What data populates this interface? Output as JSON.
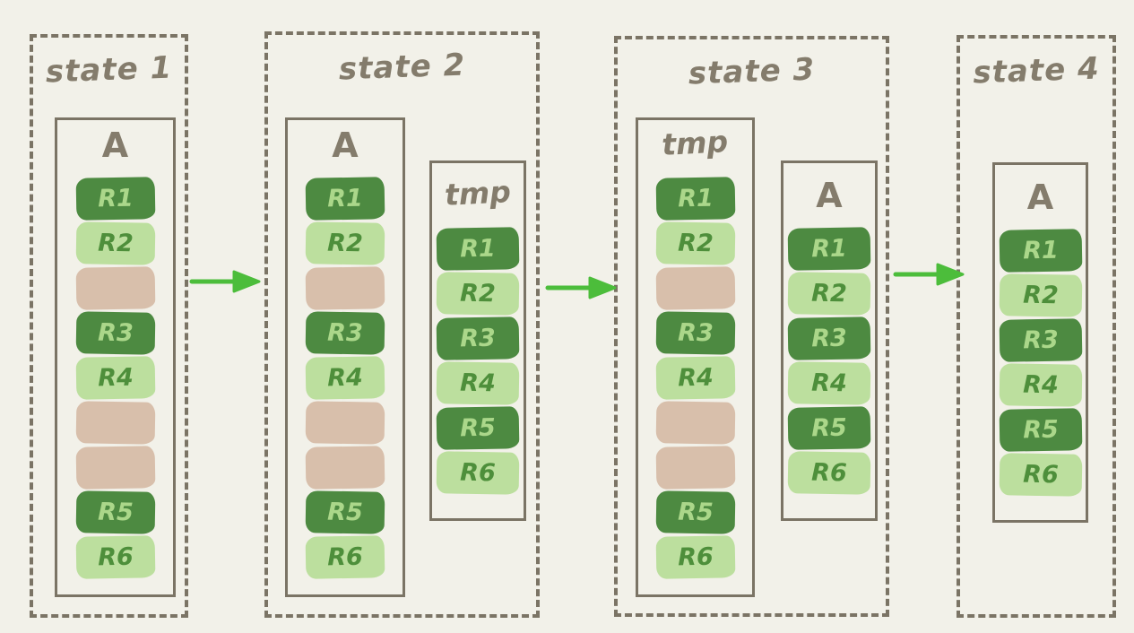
{
  "colors": {
    "background": "#f2f1e9",
    "border": "#7b7465",
    "label_text": "#847c6c",
    "block_dark": "#4d8a41",
    "block_light": "#bcdf9e",
    "block_free": "#d8bfab",
    "text_on_dark": "#abd78a",
    "text_on_light": "#4e8f3b",
    "arrow": "#4cbd3b"
  },
  "states": [
    {
      "title": "state 1",
      "columns": [
        {
          "name": "A",
          "kind": "fragmented",
          "blocks": [
            {
              "label": "R1",
              "type": "dark"
            },
            {
              "label": "R2",
              "type": "light"
            },
            {
              "label": "",
              "type": "free"
            },
            {
              "label": "R3",
              "type": "dark"
            },
            {
              "label": "R4",
              "type": "light"
            },
            {
              "label": "",
              "type": "free"
            },
            {
              "label": "",
              "type": "free"
            },
            {
              "label": "R5",
              "type": "dark"
            },
            {
              "label": "R6",
              "type": "light"
            }
          ]
        }
      ]
    },
    {
      "title": "state 2",
      "columns": [
        {
          "name": "A",
          "kind": "fragmented",
          "blocks": [
            {
              "label": "R1",
              "type": "dark"
            },
            {
              "label": "R2",
              "type": "light"
            },
            {
              "label": "",
              "type": "free"
            },
            {
              "label": "R3",
              "type": "dark"
            },
            {
              "label": "R4",
              "type": "light"
            },
            {
              "label": "",
              "type": "free"
            },
            {
              "label": "",
              "type": "free"
            },
            {
              "label": "R5",
              "type": "dark"
            },
            {
              "label": "R6",
              "type": "light"
            }
          ]
        },
        {
          "name": "tmp",
          "kind": "compact",
          "blocks": [
            {
              "label": "R1",
              "type": "dark"
            },
            {
              "label": "R2",
              "type": "light"
            },
            {
              "label": "R3",
              "type": "dark"
            },
            {
              "label": "R4",
              "type": "light"
            },
            {
              "label": "R5",
              "type": "dark"
            },
            {
              "label": "R6",
              "type": "light"
            }
          ]
        }
      ]
    },
    {
      "title": "state 3",
      "columns": [
        {
          "name": "tmp",
          "kind": "fragmented",
          "blocks": [
            {
              "label": "R1",
              "type": "dark"
            },
            {
              "label": "R2",
              "type": "light"
            },
            {
              "label": "",
              "type": "free"
            },
            {
              "label": "R3",
              "type": "dark"
            },
            {
              "label": "R4",
              "type": "light"
            },
            {
              "label": "",
              "type": "free"
            },
            {
              "label": "",
              "type": "free"
            },
            {
              "label": "R5",
              "type": "dark"
            },
            {
              "label": "R6",
              "type": "light"
            }
          ]
        },
        {
          "name": "A",
          "kind": "compact",
          "blocks": [
            {
              "label": "R1",
              "type": "dark"
            },
            {
              "label": "R2",
              "type": "light"
            },
            {
              "label": "R3",
              "type": "dark"
            },
            {
              "label": "R4",
              "type": "light"
            },
            {
              "label": "R5",
              "type": "dark"
            },
            {
              "label": "R6",
              "type": "light"
            }
          ]
        }
      ]
    },
    {
      "title": "state 4",
      "columns": [
        {
          "name": "A",
          "kind": "compact",
          "blocks": [
            {
              "label": "R1",
              "type": "dark"
            },
            {
              "label": "R2",
              "type": "light"
            },
            {
              "label": "R3",
              "type": "dark"
            },
            {
              "label": "R4",
              "type": "light"
            },
            {
              "label": "R5",
              "type": "dark"
            },
            {
              "label": "R6",
              "type": "light"
            }
          ]
        }
      ]
    }
  ],
  "arrows": [
    {
      "icon": "arrow-right"
    },
    {
      "icon": "arrow-right"
    },
    {
      "icon": "arrow-right"
    }
  ]
}
